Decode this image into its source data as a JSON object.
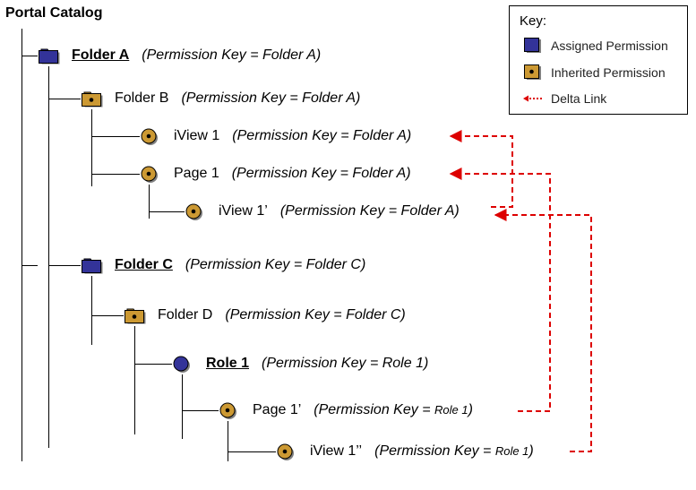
{
  "title": "Portal Catalog",
  "colors": {
    "assigned": "#333399",
    "inherited": "#cc9933",
    "delta_link": "#dd0000",
    "line": "#000000"
  },
  "key": {
    "title": "Key:",
    "items": [
      {
        "label": "Assigned Permission",
        "icon": "assigned-square-icon"
      },
      {
        "label": "Inherited Permission",
        "icon": "inherited-square-icon"
      },
      {
        "label": "Delta Link",
        "icon": "dotted-arrow-icon"
      }
    ]
  },
  "nodes": {
    "folder_a": {
      "name": "Folder A",
      "pk": "(Permission Key = Folder A)",
      "icon": "assigned-folder-icon"
    },
    "folder_b": {
      "name": "Folder B",
      "pk": "(Permission Key = Folder A)",
      "icon": "inherited-folder-icon"
    },
    "iview_1": {
      "name": "iView 1",
      "pk": "(Permission Key = Folder A)",
      "icon": "inherited-circle-icon"
    },
    "page_1": {
      "name": "Page 1",
      "pk": "(Permission Key = Folder A)",
      "icon": "inherited-circle-icon"
    },
    "iview_1p": {
      "name": "iView 1’",
      "pk": "(Permission Key = Folder A)",
      "icon": "inherited-circle-icon"
    },
    "folder_c": {
      "name": "Folder C",
      "pk": "(Permission Key = Folder C)",
      "icon": "assigned-folder-icon"
    },
    "folder_d": {
      "name": "Folder D",
      "pk": "(Permission Key = Folder C)",
      "icon": "inherited-folder-icon"
    },
    "role_1": {
      "name": "Role 1",
      "pk": "(Permission Key = Role 1)",
      "icon": "assigned-circle-icon"
    },
    "page_1p": {
      "name": "Page 1’",
      "pk_prefix": "(Permission Key = ",
      "pk_value": "Role 1",
      "pk_suffix": ")",
      "icon": "inherited-circle-icon"
    },
    "iview_1pp": {
      "name": "iView 1’’",
      "pk_prefix": "(Permission Key = ",
      "pk_value": "Role 1",
      "pk_suffix": ")",
      "icon": "inherited-circle-icon"
    }
  }
}
